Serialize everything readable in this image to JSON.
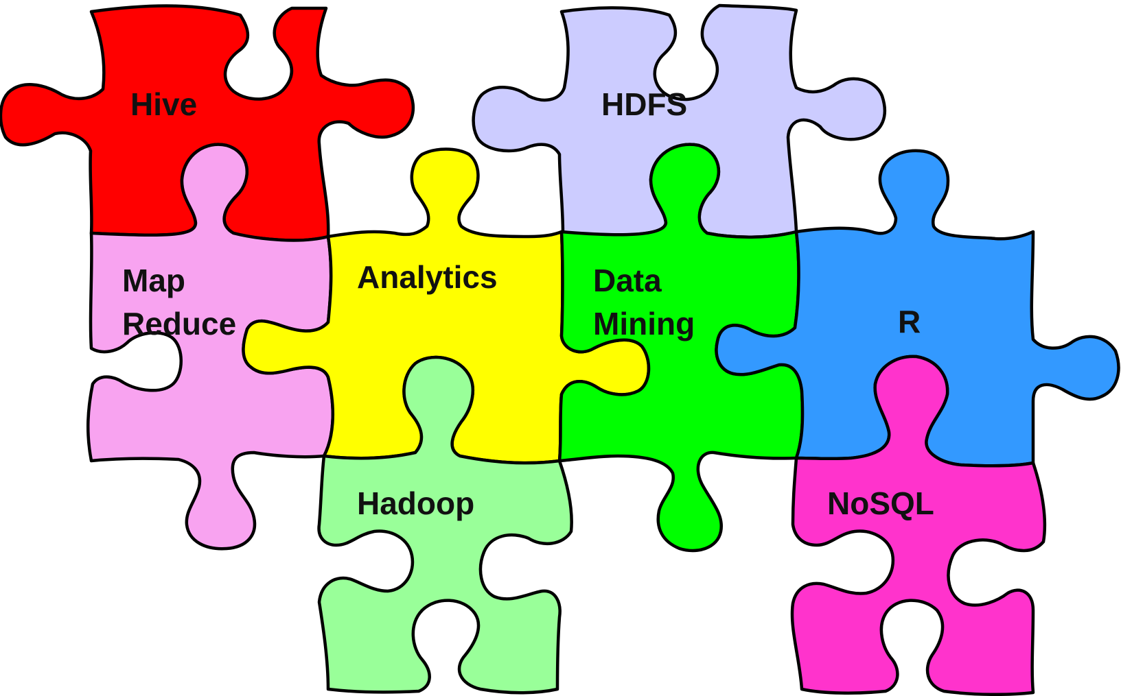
{
  "diagram": {
    "pieces": [
      {
        "id": "hive",
        "lines": [
          "Hive"
        ],
        "color": "#FF0000"
      },
      {
        "id": "hdfs",
        "lines": [
          "HDFS"
        ],
        "color": "#CCCCFF"
      },
      {
        "id": "map-reduce",
        "lines": [
          "Map",
          "Reduce"
        ],
        "color": "#F8A3F0"
      },
      {
        "id": "analytics",
        "lines": [
          "Analytics"
        ],
        "color": "#FFFF00"
      },
      {
        "id": "data-mining",
        "lines": [
          "Data",
          "Mining"
        ],
        "color": "#00FF00"
      },
      {
        "id": "r",
        "lines": [
          "R"
        ],
        "color": "#3399FF"
      },
      {
        "id": "hadoop",
        "lines": [
          "Hadoop"
        ],
        "color": "#99FF99"
      },
      {
        "id": "nosql",
        "lines": [
          "NoSQL"
        ],
        "color": "#FF33CC"
      }
    ]
  }
}
